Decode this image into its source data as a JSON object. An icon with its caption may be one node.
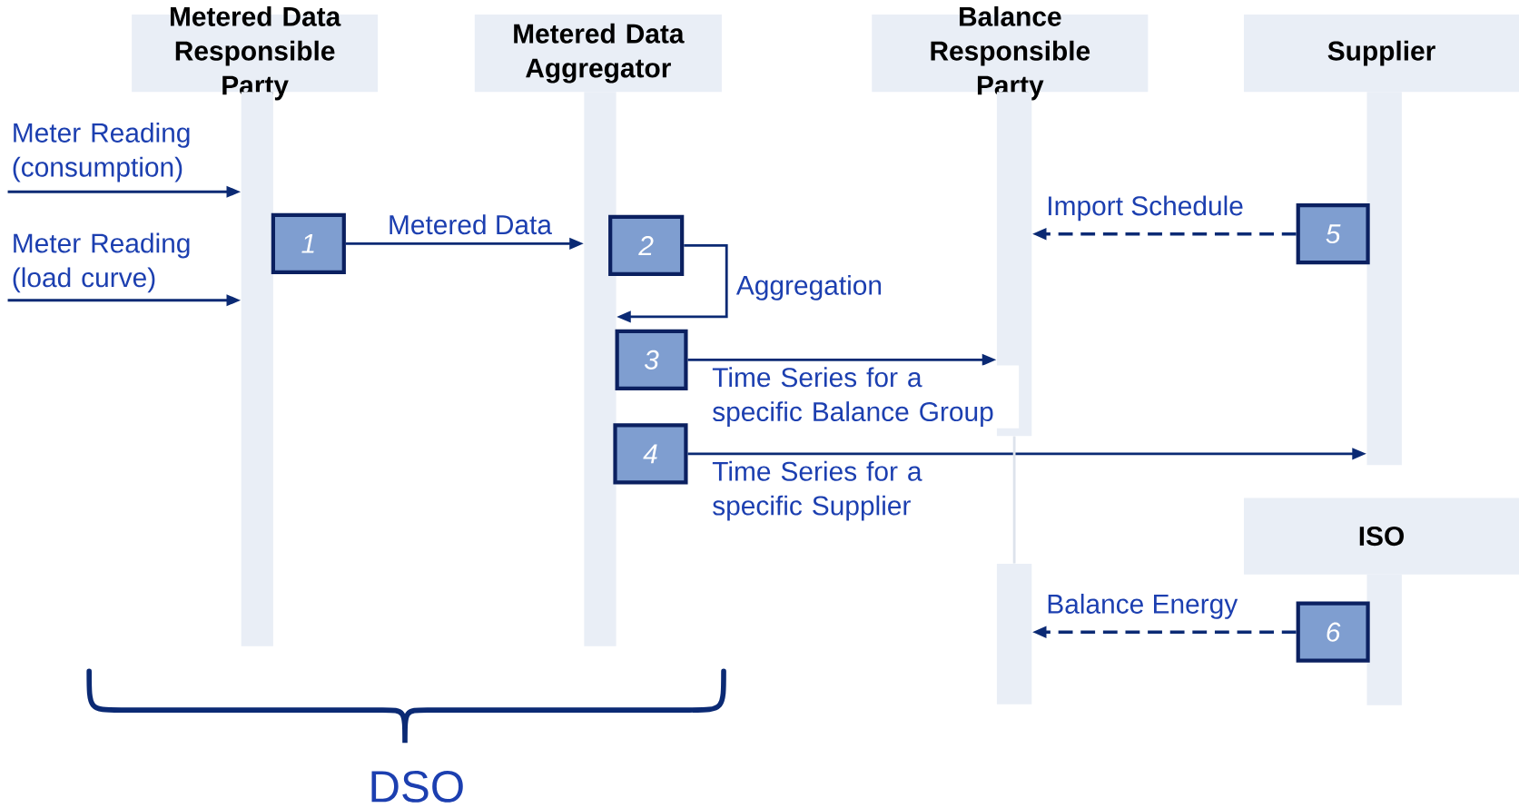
{
  "diagram": {
    "nodes": [
      {
        "text": [
          "Metered Data Responsible Party"
        ]
      },
      {
        "text": [
          "Metered Data Aggregator"
        ]
      },
      {
        "text": [
          "Balance Responsible Party"
        ]
      },
      {
        "text": [
          "Supplier"
        ]
      },
      {
        "text": [],
        "shape": "bar"
      },
      {
        "text": [],
        "shape": "bar"
      },
      {
        "text": [],
        "shape": "bar"
      },
      {
        "text": [],
        "shape": "bar"
      },
      {
        "text": [
          "1"
        ]
      },
      {
        "text": [
          "2"
        ]
      },
      {
        "text": [
          "5"
        ]
      },
      {
        "text": [
          "3"
        ]
      },
      {
        "text": [
          "4"
        ]
      },
      {
        "text": [
          "ISO"
        ]
      },
      {
        "text": [],
        "shape": "bar"
      },
      {
        "text": [],
        "shape": "bar"
      },
      {
        "text": [
          "6"
        ]
      }
    ],
    "edges": [
      {
        "from": null,
        "to": 4,
        "arrow": "to",
        "label": "Meter Reading (consumption)"
      },
      {
        "from": null,
        "to": 4,
        "arrow": "to",
        "label": "Meter Reading (load curve)"
      },
      {
        "from": 8,
        "to": 5,
        "arrow": "to",
        "label": "Metered Data"
      },
      {
        "from": 9,
        "to": 5,
        "arrow": "to",
        "label": "Aggregation"
      },
      {
        "from": 10,
        "to": 6,
        "arrow": "to",
        "label": "Import Schedule",
        "style": "dashed"
      },
      {
        "from": 11,
        "to": 6,
        "arrow": "to",
        "label": "Time Series for a specific Balance Group"
      },
      {
        "from": 12,
        "to": 7,
        "arrow": "to",
        "label": "Time Series for a specific Supplier"
      },
      {
        "from": 16,
        "to": 14,
        "arrow": "to",
        "label": "Balance Energy",
        "style": "dashed"
      },
      {
        "from": 6,
        "to": 14,
        "arrow": "none",
        "color": "#dde3ec"
      }
    ],
    "labels": [
      "DSO"
    ]
  }
}
